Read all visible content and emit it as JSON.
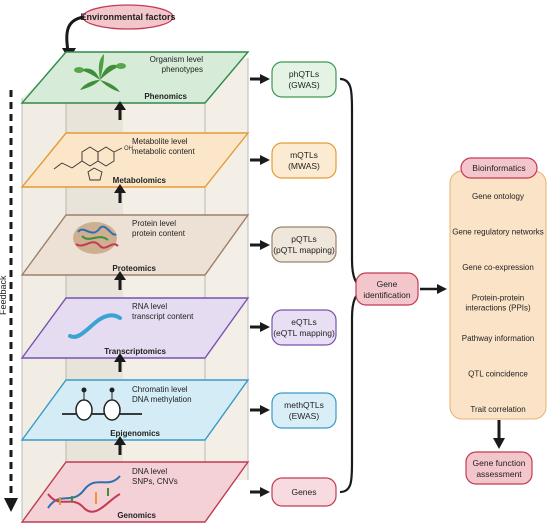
{
  "environment": "Environmental factors",
  "feedback": "Feedback",
  "layers": [
    {
      "title": "Phenomics",
      "desc1": "Organism level",
      "desc2": "phenotypes",
      "fill": "#d6ecd9",
      "stroke": "#2f8a4a",
      "qtl1": "phQTLs",
      "qtl2": "(GWAS)",
      "qfill": "#e4f3e3",
      "qstroke": "#3b9a52"
    },
    {
      "title": "Metabolomics",
      "desc1": "Metabolite level",
      "desc2": "metabolic content",
      "fill": "#fbe6c9",
      "stroke": "#e79a34",
      "qtl1": "mQTLs",
      "qtl2": "(MWAS)",
      "qfill": "#fcebd3",
      "qstroke": "#e79a34"
    },
    {
      "title": "Proteomics",
      "desc1": "Protein level",
      "desc2": "protein content",
      "fill": "#ece1d4",
      "stroke": "#9d806b",
      "qtl1": "pQTLs",
      "qtl2": "(pQTL mapping)",
      "qfill": "#efe6dc",
      "qstroke": "#9d806b"
    },
    {
      "title": "Transcriptomics",
      "desc1": "RNA level",
      "desc2": "transcript content",
      "fill": "#e5dcf1",
      "stroke": "#7a52b0",
      "qtl1": "eQTLs",
      "qtl2": "(eQTL mapping)",
      "qfill": "#e9dff4",
      "qstroke": "#7a52b0"
    },
    {
      "title": "Epigenomics",
      "desc1": "Chromatin level",
      "desc2": "DNA methylation",
      "fill": "#d3ecf5",
      "stroke": "#3b9ac7",
      "qtl1": "methQTLs",
      "qtl2": "(EWAS)",
      "qfill": "#d9eef7",
      "qstroke": "#3b9ac7"
    },
    {
      "title": "Genomics",
      "desc1": "DNA  level",
      "desc2": "SNPs, CNVs",
      "fill": "#f3d1d6",
      "stroke": "#c23b52",
      "qtl1": "Genes",
      "qtl2": "",
      "qfill": "#f7dbe0",
      "qstroke": "#c23b52"
    }
  ],
  "gene_identification": {
    "line1": "Gene",
    "line2": "identification"
  },
  "bioinformatics": {
    "title": "Bioinformatics",
    "items": [
      [
        "Gene ontology"
      ],
      [
        "Gene regulatory networks"
      ],
      [
        "Gene co-expression"
      ],
      [
        "Protein-protein",
        "interactions (PPIs)"
      ],
      [
        "Pathway information"
      ],
      [
        "QTL coincidence"
      ],
      [
        "Trait correlation"
      ]
    ]
  },
  "gene_function": {
    "line1": "Gene function",
    "line2": "assessment"
  },
  "colors": {
    "pink": "#f3c6cc",
    "pink_stroke": "#c23b52",
    "panel": "#fbe3c7",
    "panel_stroke": "#e8b070",
    "column": "#efeae0"
  }
}
